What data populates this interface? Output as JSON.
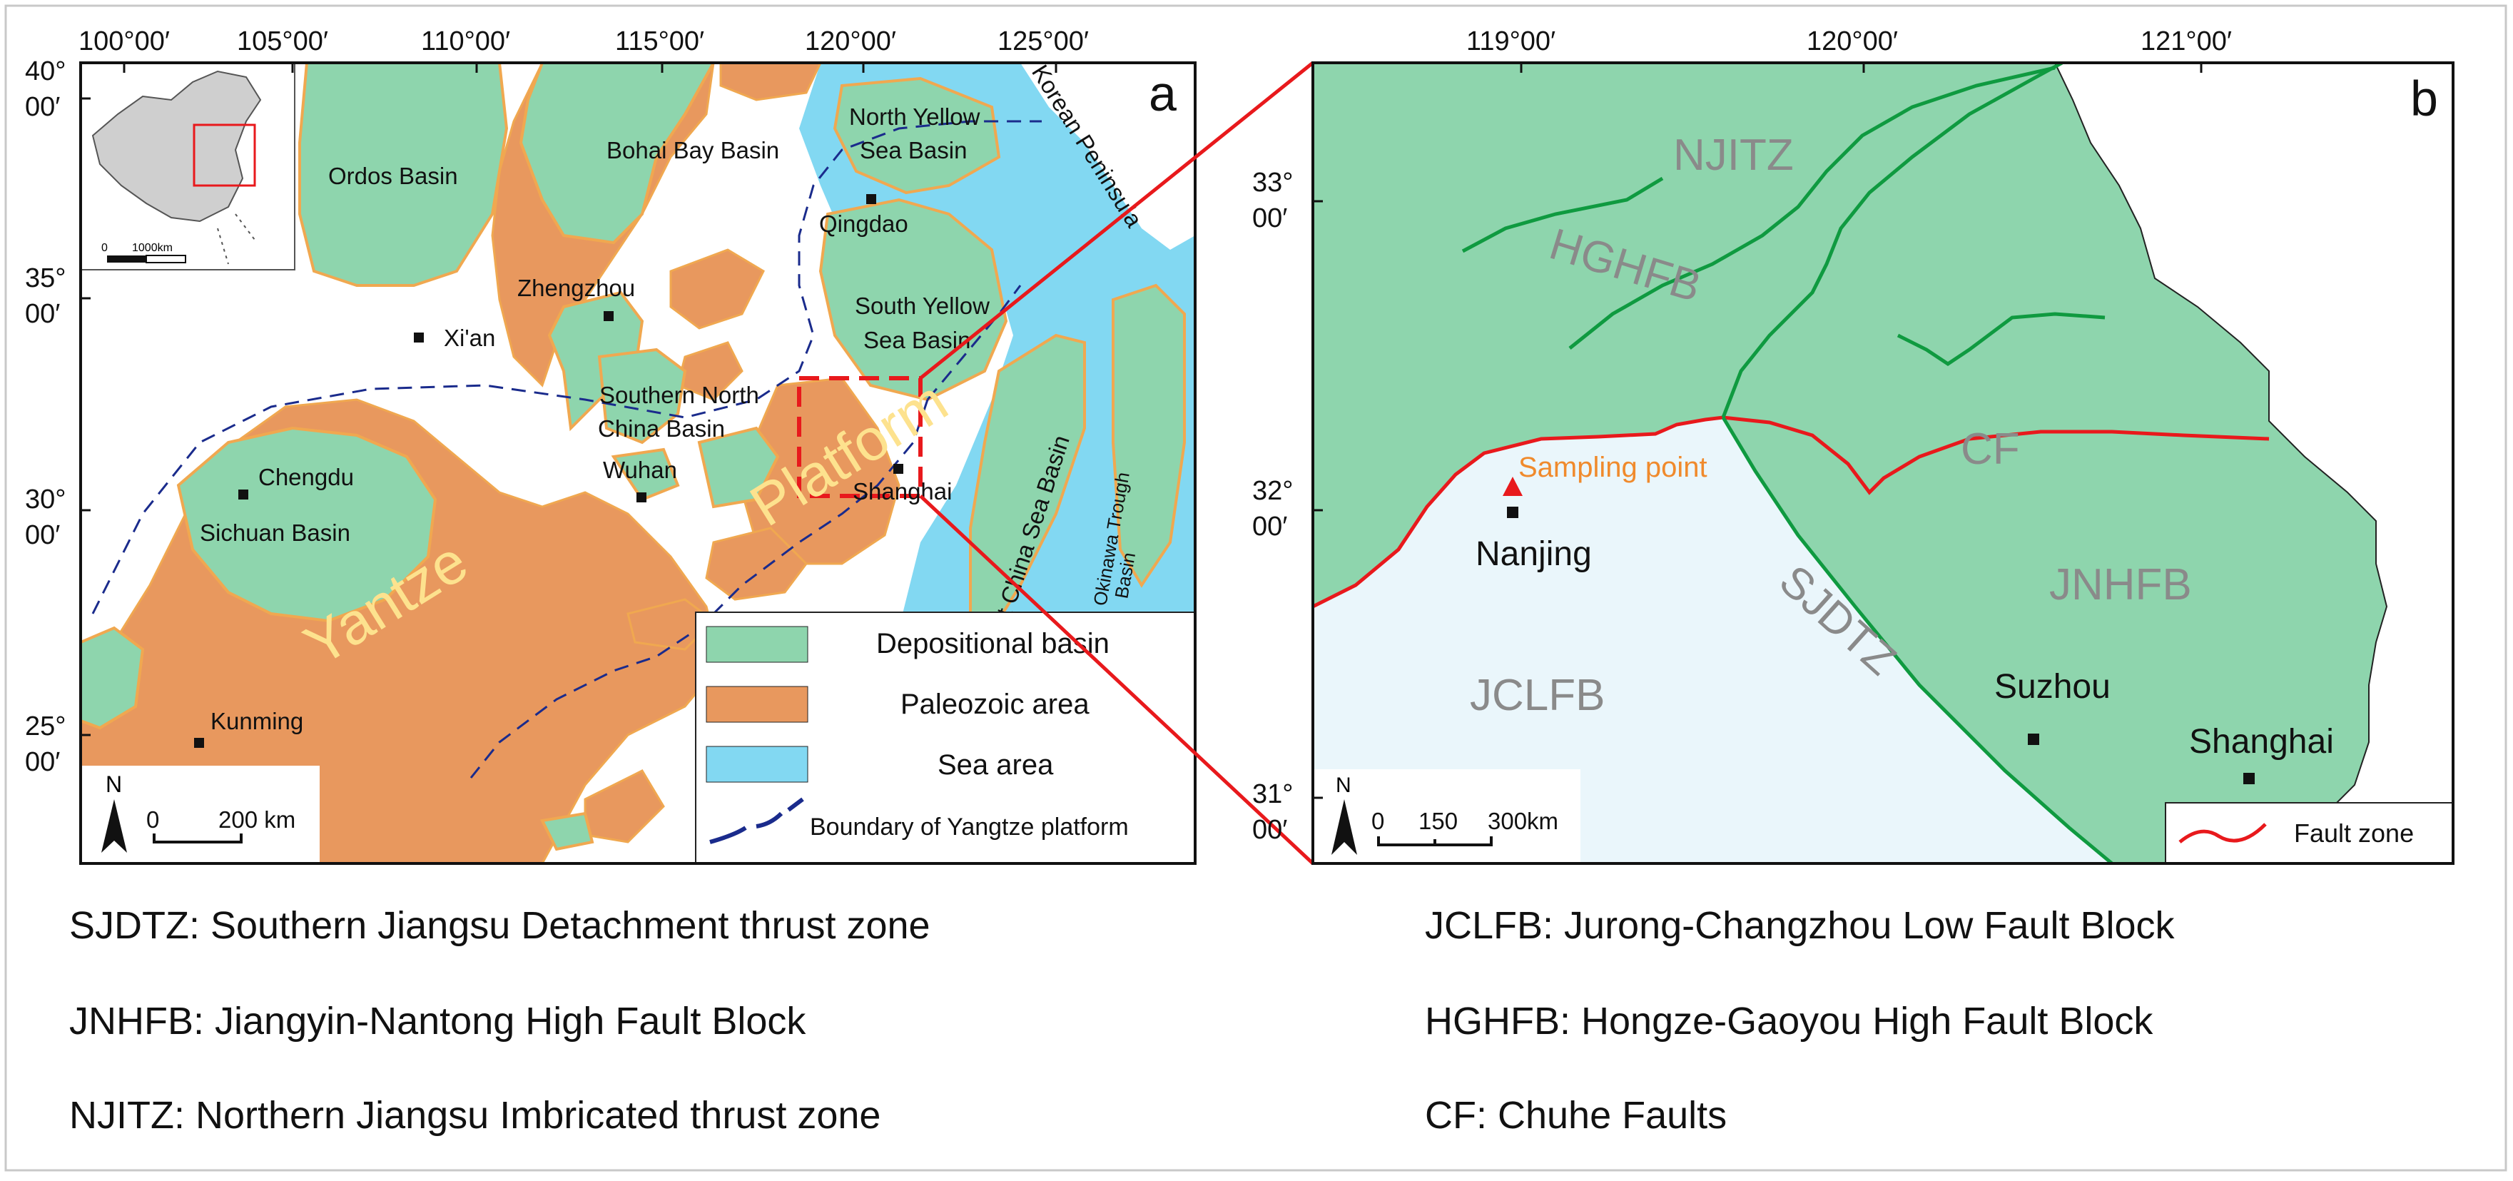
{
  "panel_a": {
    "label": "a",
    "lon_ticks": [
      "100°00′",
      "105°00′",
      "110°00′",
      "115°00′",
      "120°00′",
      "125°00′"
    ],
    "lat_ticks": [
      {
        "deg": "40°",
        "min": "00′"
      },
      {
        "deg": "35°",
        "min": "00′"
      },
      {
        "deg": "30°",
        "min": "00′"
      },
      {
        "deg": "25°",
        "min": "00′"
      }
    ],
    "places": {
      "ordos": "Ordos Basin",
      "bohai": "Bohai Bay Basin",
      "north_yellow_1": "North Yellow",
      "north_yellow_2": "Sea Basin",
      "korean": "Korean Peninsula",
      "qingdao": "Qingdao",
      "zhengzhou": "Zhengzhou",
      "xian": "Xi'an",
      "south_yellow_1": "South Yellow",
      "south_yellow_2": "Sea Basin",
      "snc_1": "Southern North",
      "snc_2": "China Basin",
      "chengdu": "Chengdu",
      "sichuan": "Sichuan Basin",
      "wuhan": "Wuhan",
      "shanghai": "Shanghai",
      "ecs": "East China Sea Basin",
      "okinawa_1": "Okinawa Trough",
      "okinawa_2": "Basin",
      "kunming": "Kunming",
      "yangtze": "Yantze",
      "platform": "Platform"
    },
    "inset_scale": {
      "zero": "0",
      "dist": "1000km"
    },
    "scale": {
      "north": "N",
      "zero": "0",
      "dist": "200 km"
    },
    "legend": [
      {
        "label": "Depositional basin",
        "color": "#8ed5ad"
      },
      {
        "label": "Paleozoic area",
        "color": "#e8985e"
      },
      {
        "label": "Sea area",
        "color": "#82d8f2"
      },
      {
        "label": "Boundary of Yangtze platform",
        "color": "#1a2b8c"
      }
    ]
  },
  "panel_b": {
    "label": "b",
    "lon_ticks": [
      "119°00′",
      "120°00′",
      "121°00′"
    ],
    "lat_ticks": [
      {
        "deg": "33°",
        "min": "00′"
      },
      {
        "deg": "32°",
        "min": "00′"
      },
      {
        "deg": "31°",
        "min": "00′"
      }
    ],
    "zones": {
      "njitz": "NJITZ",
      "hghfb": "HGHFB",
      "cf": "CF",
      "jnhfb": "JNHFB",
      "sjdtz": "SJDTZ",
      "jclfb": "JCLFB"
    },
    "sampling_point": "Sampling point",
    "cities": {
      "nanjing": "Nanjing",
      "suzhou": "Suzhou",
      "shanghai": "Shanghai"
    },
    "scale": {
      "north": "N",
      "zero": "0",
      "mid": "150",
      "dist": "300km"
    },
    "legend_fault": "Fault zone",
    "colors": {
      "block_green": "#8ed5ad",
      "block_light": "#eaf6fb",
      "fault": "#e8191c",
      "boundary": "#0f9a40",
      "sampling": "#e8191c",
      "sampling_text": "#f08a2c"
    }
  },
  "abbreviations": [
    "SJDTZ: Southern Jiangsu Detachment thrust zone",
    "JCLFB: Jurong-Changzhou Low Fault Block",
    "JNHFB: Jiangyin-Nantong High Fault Block",
    "HGHFB: Hongze-Gaoyou High Fault Block",
    "NJITZ: Northern Jiangsu Imbricated thrust zone",
    "CF: Chuhe Faults"
  ]
}
